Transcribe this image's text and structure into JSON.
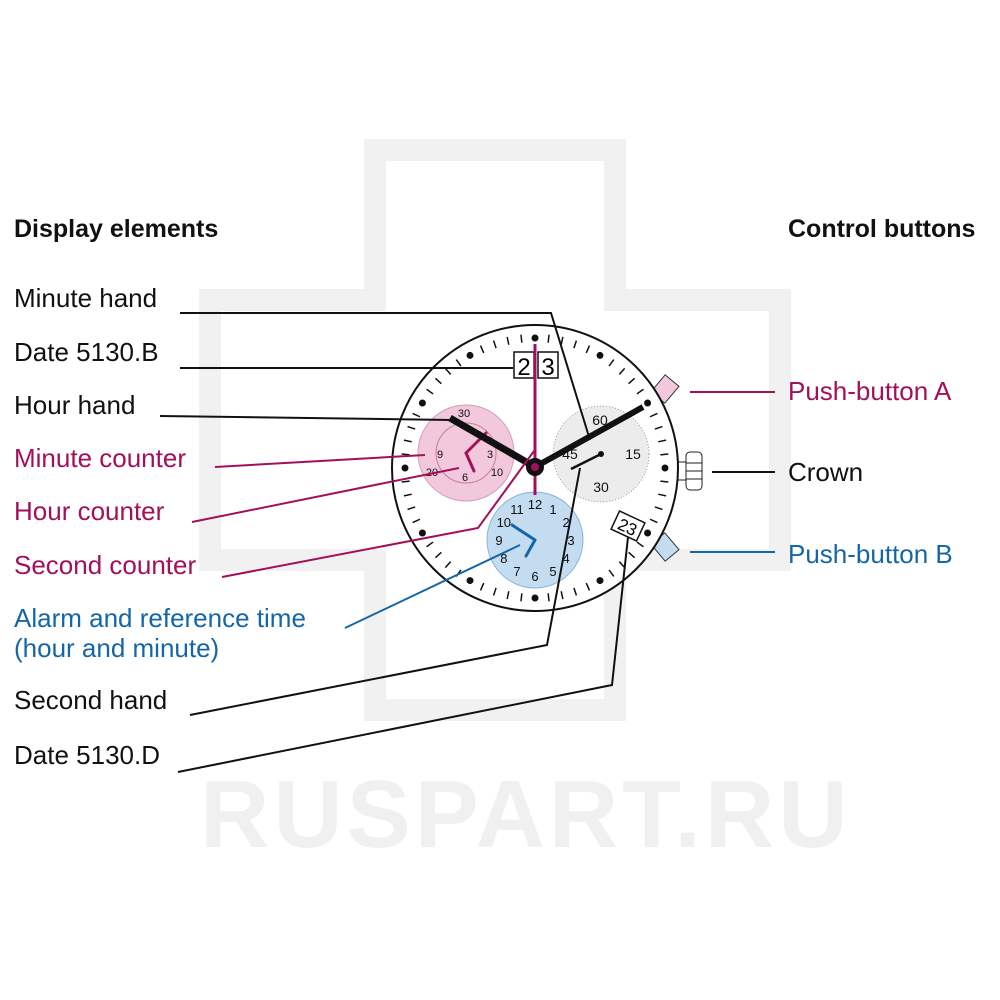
{
  "headings": {
    "display": "Display elements",
    "controls": "Control buttons"
  },
  "watermark": "RUSPART.RU",
  "left_labels": [
    {
      "text": "Minute hand"
    },
    {
      "text": "Date 5130.B"
    },
    {
      "text": "Hour hand"
    },
    {
      "text": "Minute counter"
    },
    {
      "text": "Hour counter"
    },
    {
      "text": "Second counter"
    },
    {
      "text": "Alarm and reference time",
      "text2": "(hour and minute)"
    },
    {
      "text": "Second hand"
    },
    {
      "text": "Date 5130.D"
    }
  ],
  "right_labels": [
    {
      "text": "Push-button A"
    },
    {
      "text": "Crown"
    },
    {
      "text": "Push-button B"
    }
  ],
  "dial": {
    "date_top": [
      "2",
      "3"
    ],
    "date_small": "23",
    "minute_counter_numbers": [
      "30",
      "9",
      "3",
      "20",
      "6",
      "10"
    ],
    "second_counter_numbers": [
      "60",
      "45",
      "15",
      "30"
    ],
    "alarm_numbers": [
      "12",
      "1",
      "2",
      "3",
      "4",
      "5",
      "6",
      "7",
      "8",
      "9",
      "10",
      "11"
    ]
  },
  "colors": {
    "pink": "#a3105a",
    "blue": "#1466a8",
    "pink_fill": "#f2c9dc",
    "blue_fill": "#c4dcf0",
    "gray_fill": "#ececec"
  }
}
